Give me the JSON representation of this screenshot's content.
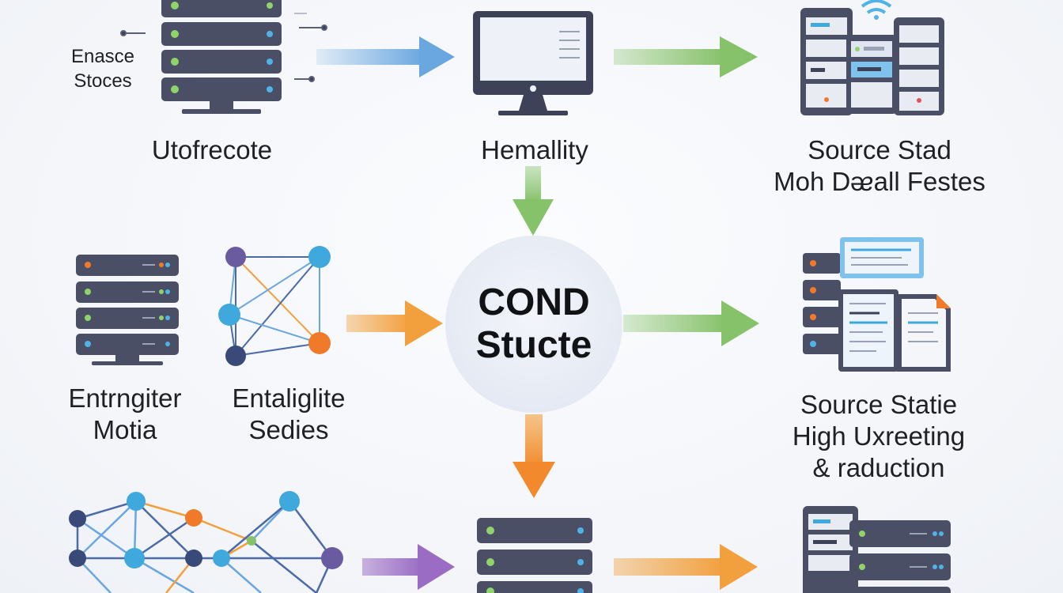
{
  "colors": {
    "server_body": "#4a4f66",
    "server_dark": "#3d4258",
    "green_led": "#8fd36a",
    "blue_led": "#4fb3e8",
    "orange_led": "#f0883a",
    "arrow_blue": "#6aa7e0",
    "arrow_green": "#86c26a",
    "arrow_orange": "#f2a03d",
    "arrow_purple": "#9a6cc4",
    "node_purple": "#6a5aa0",
    "node_blue": "#3fa8dc",
    "node_orange": "#f07a2a",
    "node_navy": "#3a4a78",
    "center_circle": "#e9edf6"
  },
  "labels": {
    "side_note_line1": "Enasce",
    "side_note_line2": "Stoces",
    "top_left": "Utofrecote",
    "top_center": "Hemallity",
    "top_right_line1": "Source Stad",
    "top_right_line2": "Moh Dᴂall Festes",
    "mid_left_a_line1": "Entrngiter",
    "mid_left_a_line2": "Motia",
    "mid_left_b_line1": "Entaliglite",
    "mid_left_b_line2": "Sedies",
    "center_line1": "COND",
    "center_line2": "Stucte",
    "mid_right_line1": "Source Statie",
    "mid_right_line2": "High Uxreeting",
    "mid_right_line3": "& raduction"
  },
  "icons": [
    "server-rack-icon",
    "monitor-icon",
    "server-cluster-wifi-icon",
    "server-stack-icon",
    "network-graph-icon",
    "server-documents-icon",
    "large-network-graph-icon",
    "server-rack-bottom-icon",
    "server-cluster-bottom-icon"
  ]
}
